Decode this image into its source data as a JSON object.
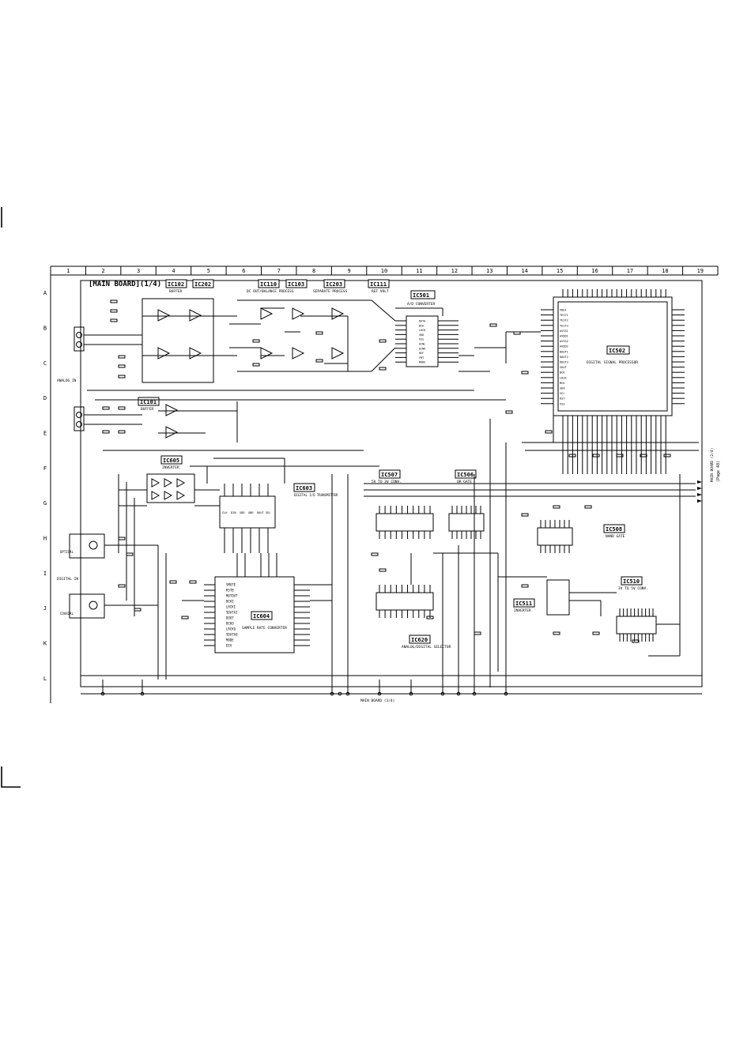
{
  "title": "[MAIN BOARD](1/4)",
  "columns": [
    "1",
    "2",
    "3",
    "4",
    "5",
    "6",
    "7",
    "8",
    "9",
    "10",
    "11",
    "12",
    "13",
    "14",
    "15",
    "16",
    "17",
    "18",
    "19"
  ],
  "rows": [
    "A",
    "B",
    "C",
    "D",
    "E",
    "F",
    "G",
    "H",
    "I",
    "J",
    "K",
    "L"
  ],
  "ic_labels": {
    "ic102": "IC102",
    "ic202": "IC202",
    "ic110": "IC110",
    "ic103": "IC103",
    "ic203": "IC203",
    "ic111": "IC111",
    "ic501": "IC501",
    "ic502": "IC502",
    "ic101": "IC101",
    "ic605": "IC605",
    "ic603": "IC603",
    "ic604": "IC604",
    "ic507": "IC507",
    "ic506": "IC506",
    "ic620": "IC620",
    "ic508": "IC508",
    "ic511": "IC511",
    "ic510": "IC510"
  },
  "ic_functions": {
    "ic102": "BUFFER",
    "ic110": "DC OUT/BALANCE PROCESS",
    "ic203": "SEPARATE PROCESS",
    "ic111": "REF VOLT",
    "ic501": "A/D CONVERTER",
    "ic502": "DIGITAL SIGNAL PROCESSOR",
    "ic101": "BUFFER",
    "ic605": "INVERTER",
    "ic603": "DIGITAL I/O TRANSMITTER",
    "ic604": "SAMPLE RATE CONVERTER",
    "ic507": "5V TO 3V CONV.",
    "ic506": "OR GATE",
    "ic620": "ANALOG/DIGITAL SELECTOR",
    "ic508": "NAND GATE",
    "ic511": "INVERTER",
    "ic510": "3V TO 5V CONV."
  },
  "connectors": {
    "analog_in": "ANALOG IN",
    "digital_in": "DIGITAL IN",
    "optical": "OPTICAL",
    "coaxial": "COAXIAL",
    "ref_right": "MAIN BOARD (2/4)",
    "page_ref": "(Page 48)",
    "ref_bottom": "MAIN BOARD (3/4)"
  },
  "ic501_pins": [
    "DATA",
    "BCK",
    "LRCK",
    "VDD",
    "VSS",
    "AINL",
    "AINR",
    "REF",
    "FMT",
    "MODE"
  ],
  "ic502_pins": [
    "VDD1",
    "TEST1",
    "TEST2",
    "TEST3",
    "AVSS1",
    "AVDD1",
    "AVSS2",
    "AVDD2",
    "DOUT1",
    "DOUT2",
    "DOUT3",
    "SOUT",
    "BCK",
    "LRCK",
    "MCK",
    "SDA",
    "SCL",
    "RST",
    "VSS"
  ],
  "ic604_pins": [
    "SMUTE",
    "RSTB",
    "MUTOUT",
    "BCKI",
    "LRCKI",
    "SDATAI",
    "DOUT",
    "BCKO",
    "LRCKO",
    "SDATAO",
    "MODE",
    "DIV"
  ],
  "ic603_pins": [
    "CLK",
    "DIN",
    "VDD",
    "GND",
    "DOUT",
    "SEL"
  ]
}
